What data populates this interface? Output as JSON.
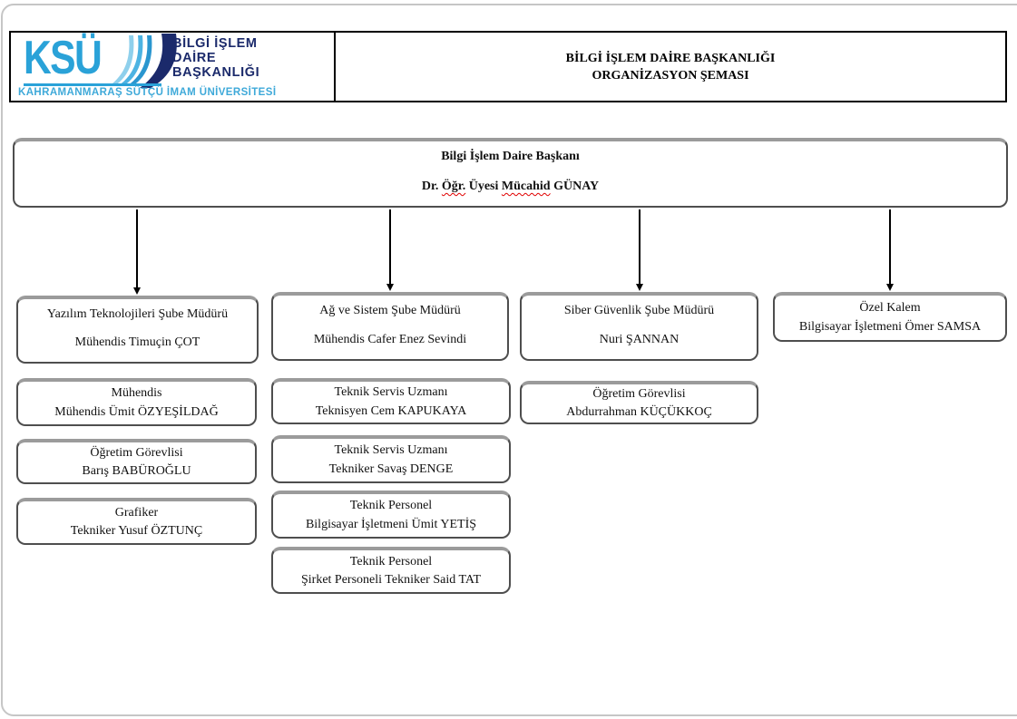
{
  "header": {
    "title_line1": "BİLGİ İŞLEM DAİRE BAŞKANLIĞI",
    "title_line2": "ORGANİZASYON ŞEMASI"
  },
  "logo": {
    "acronym": "KSÜ",
    "unit_line1": "BİLGİ İŞLEM",
    "unit_line2": "DAİRE",
    "unit_line3": "BAŞKANLIĞI",
    "university": "KAHRAMANMARAŞ SÜTÇÜ İMAM ÜNİVERSİTESİ",
    "colors": {
      "light_blue": "#2aa2d8",
      "dark_navy": "#1b2a6b"
    }
  },
  "chart": {
    "root": {
      "title": "Bilgi İşlem Daire Başkanı",
      "name_p1": "Dr. ",
      "name_misspelled1": "Öğr.",
      "name_p2": " Üyesi ",
      "name_misspelled2": "Mücahid",
      "name_p3": " GÜNAY"
    },
    "branches": [
      {
        "title": "Yazılım Teknolojileri Şube Müdürü",
        "name": "Mühendis Timuçin ÇOT",
        "reports": [
          {
            "line1": "Mühendis",
            "line2": "Mühendis Ümit ÖZYEŞİLDAĞ"
          },
          {
            "line1": "Öğretim Görevlisi",
            "line2": "Barış BABÜROĞLU"
          },
          {
            "line1": "Grafiker",
            "line2": "Tekniker Yusuf ÖZTUNÇ"
          }
        ]
      },
      {
        "title": "Ağ ve Sistem Şube Müdürü",
        "name": "Mühendis Cafer Enez Sevindi",
        "reports": [
          {
            "line1": "Teknik Servis Uzmanı",
            "line2": "Teknisyen Cem KAPUKAYA"
          },
          {
            "line1": "Teknik Servis Uzmanı",
            "line2": "Tekniker Savaş DENGE"
          },
          {
            "line1": "Teknik Personel",
            "line2": "Bilgisayar İşletmeni Ümit YETİŞ"
          },
          {
            "line1": "Teknik Personel",
            "line2": "Şirket Personeli Tekniker Said TAT"
          }
        ]
      },
      {
        "title": "Siber Güvenlik Şube Müdürü",
        "name": "Nuri ŞANNAN",
        "reports": [
          {
            "line1": "Öğretim Görevlisi",
            "line2": "Abdurrahman KÜÇÜKKOÇ"
          }
        ]
      },
      {
        "title": "Özel Kalem",
        "name": "Bilgisayar İşletmeni Ömer SAMSA",
        "reports": []
      }
    ]
  },
  "squiggle_color": "#e00000"
}
